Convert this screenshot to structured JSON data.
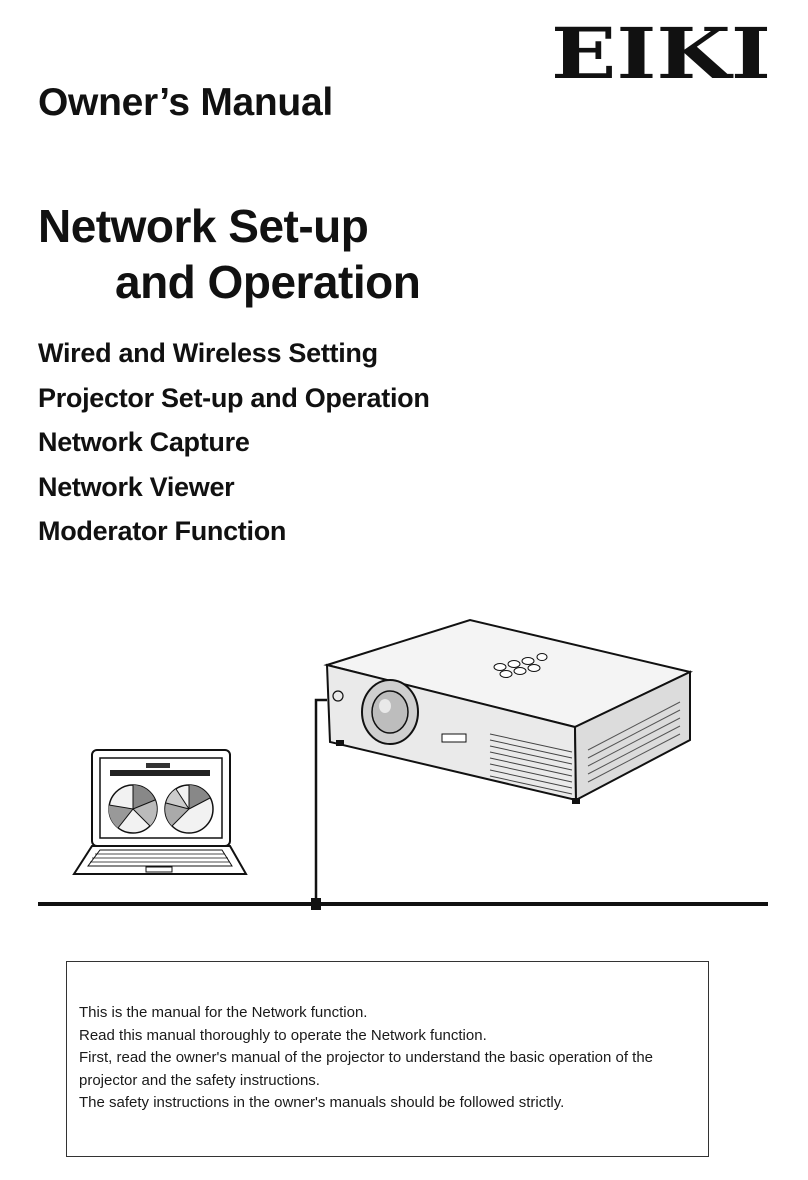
{
  "logo": {
    "text": "EIKI"
  },
  "header": {
    "manual_title": "Owner’s Manual"
  },
  "main_title": {
    "line1": "Network Set-up",
    "line2": "and Operation"
  },
  "topics": [
    "Wired and Wireless Setting",
    "Projector Set-up and Operation",
    "Network Capture",
    "Network Viewer",
    "Moderator Function"
  ],
  "notice": {
    "lines": [
      "This is the manual for the Network function.",
      "Read this manual thoroughly to operate the Network function.",
      "First, read the owner's manual of the projector to understand the basic operation of the projector and the safety instructions.",
      "The safety instructions in the owner's manuals should be followed strictly."
    ]
  }
}
